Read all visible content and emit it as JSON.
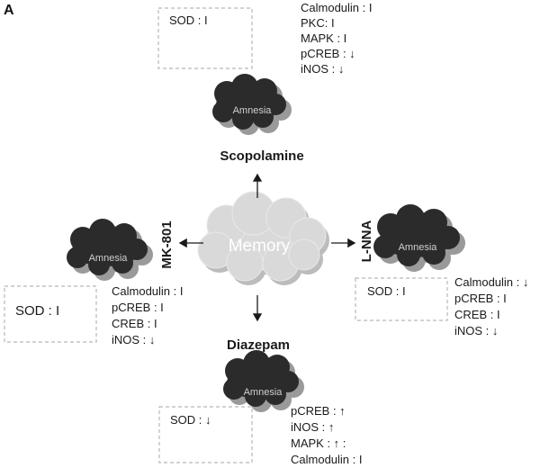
{
  "panel_label": "A",
  "center": {
    "label": "Memory"
  },
  "amnesia_label": "Amnesia",
  "scopolamine": {
    "drug": "Scopolamine",
    "sod": "SOD : I",
    "markers": [
      "Calmodulin : I",
      "PKC: I",
      "MAPK : I",
      "pCREB : ↓",
      "iNOS : ↓"
    ]
  },
  "mk801": {
    "drug": "MK-801",
    "sod": "SOD : I",
    "markers": [
      "Calmodulin : I",
      "pCREB : I",
      "CREB : I",
      "iNOS : ↓"
    ]
  },
  "lnna": {
    "drug": "L-NNA",
    "sod": "SOD : I",
    "markers": [
      "Calmodulin : ↓",
      "pCREB : I",
      "CREB : I",
      "iNOS : ↓"
    ]
  },
  "diazepam": {
    "drug": "Diazepam",
    "sod": "SOD : ↓",
    "markers": [
      "pCREB : ↑",
      "iNOS : ↑",
      "MAPK : ↑ :",
      "Calmodulin : I"
    ]
  },
  "colors": {
    "amnesia_cloud": "#2b2b2b",
    "amnesia_shadow": "#9a9a9a",
    "memory_cloud": "#d9d9d9",
    "memory_shadow": "#bcbcbc",
    "dashed_box": "#b8b8b8"
  }
}
